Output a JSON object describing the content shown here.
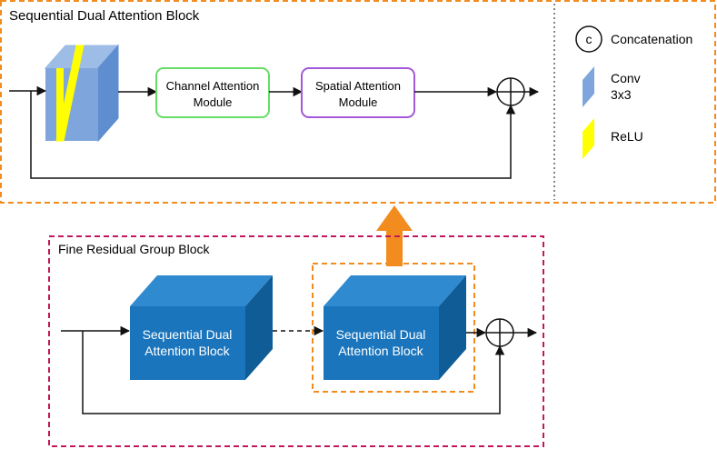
{
  "top_block": {
    "title": "Sequential Dual Attention Block",
    "channel_module_line1": "Channel Attention",
    "channel_module_line2": "Module",
    "spatial_module_line1": "Spatial Attention",
    "spatial_module_line2": "Module"
  },
  "legend": {
    "concat_symbol": "c",
    "concat_label": "Concatenation",
    "conv_label_line1": "Conv",
    "conv_label_line2": "3x3",
    "relu_label": "ReLU"
  },
  "bottom_block": {
    "title": "Fine Residual Group Block",
    "block1_line1": "Sequential Dual",
    "block1_line2": "Attention Block",
    "block2_line1": "Sequential Dual",
    "block2_line2": "Attention Block"
  },
  "colors": {
    "orange": "#F28C1E",
    "crimson": "#C2185B",
    "channel_border": "#66DD66",
    "spatial_border": "#A259D9",
    "conv_blue": "#7EA6DC",
    "relu_yellow": "#FFFF00",
    "block_front": "#1A75BC",
    "block_top": "#2F8AD0",
    "block_side": "#0F5C96"
  }
}
